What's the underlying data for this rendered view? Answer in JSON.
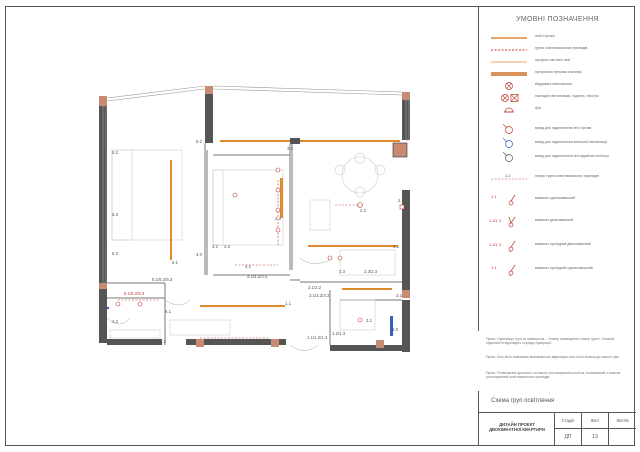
{
  "legend": {
    "title": "УМОВНІ ПОЗНАЧЕННЯ",
    "items": [
      {
        "label": "лінії стрічка",
        "icon": "orange-line-icon"
      },
      {
        "label": "група освітлювальних приладів",
        "icon": "red-dashed-line-icon"
      },
      {
        "label": "профіль світової лінії",
        "icon": "orange-thin-line-icon"
      },
      {
        "label": "профільна трекова система",
        "icon": "orange-thick-bar-icon"
      },
      {
        "label": "вбудовані світильники",
        "icon": "crossed-circle-icon"
      },
      {
        "label": "накладні світильники, підвісні, люстри",
        "icon": "crossed-square-icon"
      },
      {
        "label": "бра",
        "icon": "wall-lamp-icon"
      },
      {
        "label": "вивід для підключення led стрічки",
        "icon": "led-outlet-icon"
      },
      {
        "label": "вивід для підключення витяжної вентиляції",
        "icon": "vent-outlet-icon"
      },
      {
        "label": "вивід для підключення led підсвітки плінтусу",
        "icon": "plinth-outlet-icon"
      },
      {
        "label": "номер групи освітлювальних приладів",
        "icon": "group-number-icon",
        "number": "1.2"
      },
      {
        "label": "вимикач одноклавішний",
        "icon": "single-switch-icon",
        "number": "1.1"
      },
      {
        "label": "вимикач двоклавішний",
        "icon": "double-switch-icon",
        "number": "1.2/1.3"
      },
      {
        "label": "вимикач прохідний двоклавішний",
        "icon": "pass-double-switch-icon",
        "number": "1.2/1.3"
      },
      {
        "label": "вимикач прохідний одноклавішний",
        "icon": "pass-single-switch-icon",
        "number": "1.1"
      }
    ]
  },
  "notes": [
    "Прим.: Нумерація груп за принципом – \"номер приміщення номер групи\". Клавіші підключити відповідно порядку нумерації.",
    "Прим.: Кіль-кість вимикачів визначається відповідно кіль-кості клавіш до кожної груп.",
    "Прим.: Розміщення кухонного та іншого розташування розеток та вимикачів з планом розташування освітлювальних приладів."
  ],
  "title_block": {
    "sheet_title": "Схема груп освітлення",
    "project": "ДИЗАЙН ПРОЕКТ ДВОКІМНАТНОЇ КВАРТИРИ",
    "stage_label": "Стадія",
    "sheet_label": "Лист",
    "sheets_label": "Листів",
    "stage": "ДП",
    "sheet": "13",
    "sheets": ""
  },
  "plan_labels": {
    "g5_2a": "5.2",
    "g5_3": "5.3",
    "g5_3b": "5.3",
    "g5_1": "5.1",
    "g5_1combo": "5.1/5.2/5.3",
    "g5_2": "5.2",
    "g4_2a": "4.2",
    "g4_2b": "4.2",
    "g4_1": "4.1",
    "g4_1combo": "4.1/4.2/4.3",
    "g4_3": "4.3",
    "g4_0": "4.0",
    "g3_2": "3.2",
    "g2_2": "2.2",
    "g2_1": "2.1",
    "g2_2b": "2.2",
    "g2_3": "2.3",
    "g2_3combo": "2.3/2.3",
    "g2_1combo": "2.1/2.2",
    "g3_1combo": "3.1/3.2/3.3",
    "g1_1": "1.1",
    "g4_2c": "4.2",
    "g4_1b": "4.1",
    "g1_2": "1.2",
    "g1_2b": "1.2",
    "g1_2c": "1.2",
    "g1_1combo": "1.1/1.2/1.3",
    "g1_2combo": "1.2/1.3",
    "g3_1": "3.1",
    "g3_0": "3.0",
    "g3_2b": "3.2",
    "g1_2d": "1.2",
    "g6_1": "6.1/5.2/5.3"
  }
}
